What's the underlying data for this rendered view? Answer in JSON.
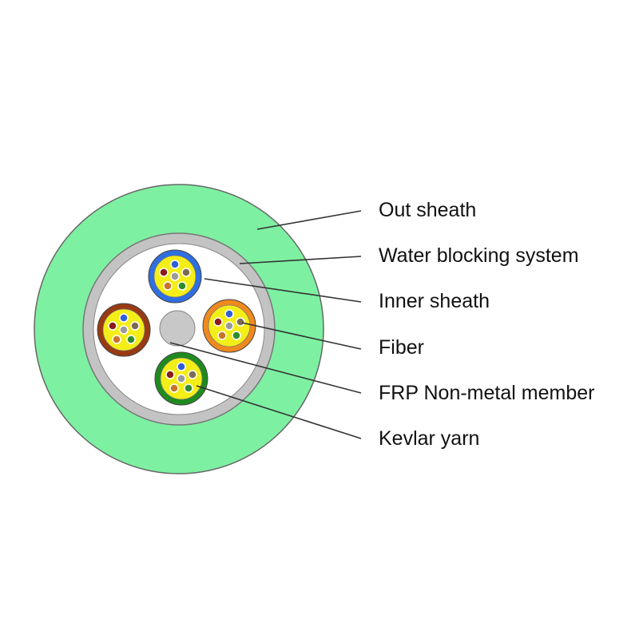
{
  "colors": {
    "outer_sheath": "#7ef0a2",
    "water_blocking": "#c3c3c3",
    "core_fill": "#ffffff",
    "frp": "#c8c8c8",
    "kevlar": "#f4ee18",
    "leader_line": "#333333",
    "outline": "#555555"
  },
  "tubes": [
    {
      "name": "blue-tube",
      "color": "#2f6fe0",
      "ring": "blue"
    },
    {
      "name": "orange-tube",
      "color": "#f08a1e",
      "ring": "orange"
    },
    {
      "name": "green-tube",
      "color": "#1f8a1f",
      "ring": "green"
    },
    {
      "name": "brown-tube",
      "color": "#9a3a12",
      "ring": "brown"
    }
  ],
  "fiber_colors": [
    "#2f5fd6",
    "#7d6a55",
    "#2e8b2e",
    "#c8742a",
    "#8b1a1a",
    "#9a9a9a"
  ],
  "labels": [
    {
      "key": "out_sheath",
      "text": "Out sheath"
    },
    {
      "key": "water_blocking_system",
      "text": "Water blocking system"
    },
    {
      "key": "inner_sheath",
      "text": "Inner sheath"
    },
    {
      "key": "fiber",
      "text": "Fiber"
    },
    {
      "key": "frp_member",
      "text": "FRP Non-metal member"
    },
    {
      "key": "kevlar_yarn",
      "text": "Kevlar yarn"
    }
  ]
}
